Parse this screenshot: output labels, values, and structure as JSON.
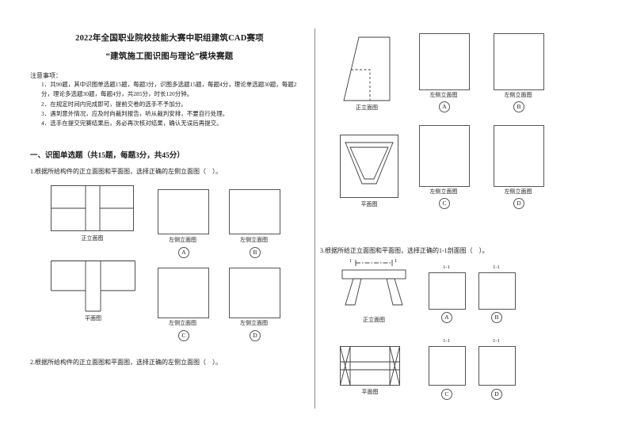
{
  "header": {
    "title_line1": "2022年全国职业院校技能大赛中职组建筑CAD赛项",
    "title_line2": "“建筑施工图识图与理论”模块赛题"
  },
  "notes": {
    "heading": "注意事项：",
    "items": [
      "1．共90题，其中识图单选题15题，每题3分，识图多选题15题，每题4分，理论单选题30题，每题2分，理论多选题30题，每题4分，共285分，时长120分钟。",
      "2．在规定时间内完成即可，提前交卷的选手不予加分。",
      "3．遇到意外情况，应及时向裁判报告，听从裁判安排，不要自行处理。",
      "4．选手在提交完赛结果后，务必再次核对结果，确认无误后再提交。"
    ]
  },
  "section": {
    "heading": "一、识图单选题（共15题，每题3分，共45分）"
  },
  "questions": {
    "q1": "1.根据所给构件的正立面图和平面图，选择正确的左侧立面图（　）。",
    "q2": "2.根据所给构件的正立面图和平面图，选择正确的左侧立面图（　）。",
    "q3": "3.根据所给正立面图和平面图，选择正确的1-1剖面图（　）。"
  },
  "labels": {
    "front_elevation": "正立面图",
    "plan": "平面图",
    "left_side_elevation": "左侧立面图",
    "section_1_1": "1-1",
    "section_mark": "1"
  },
  "option_letters": [
    "A",
    "B",
    "C",
    "D"
  ]
}
